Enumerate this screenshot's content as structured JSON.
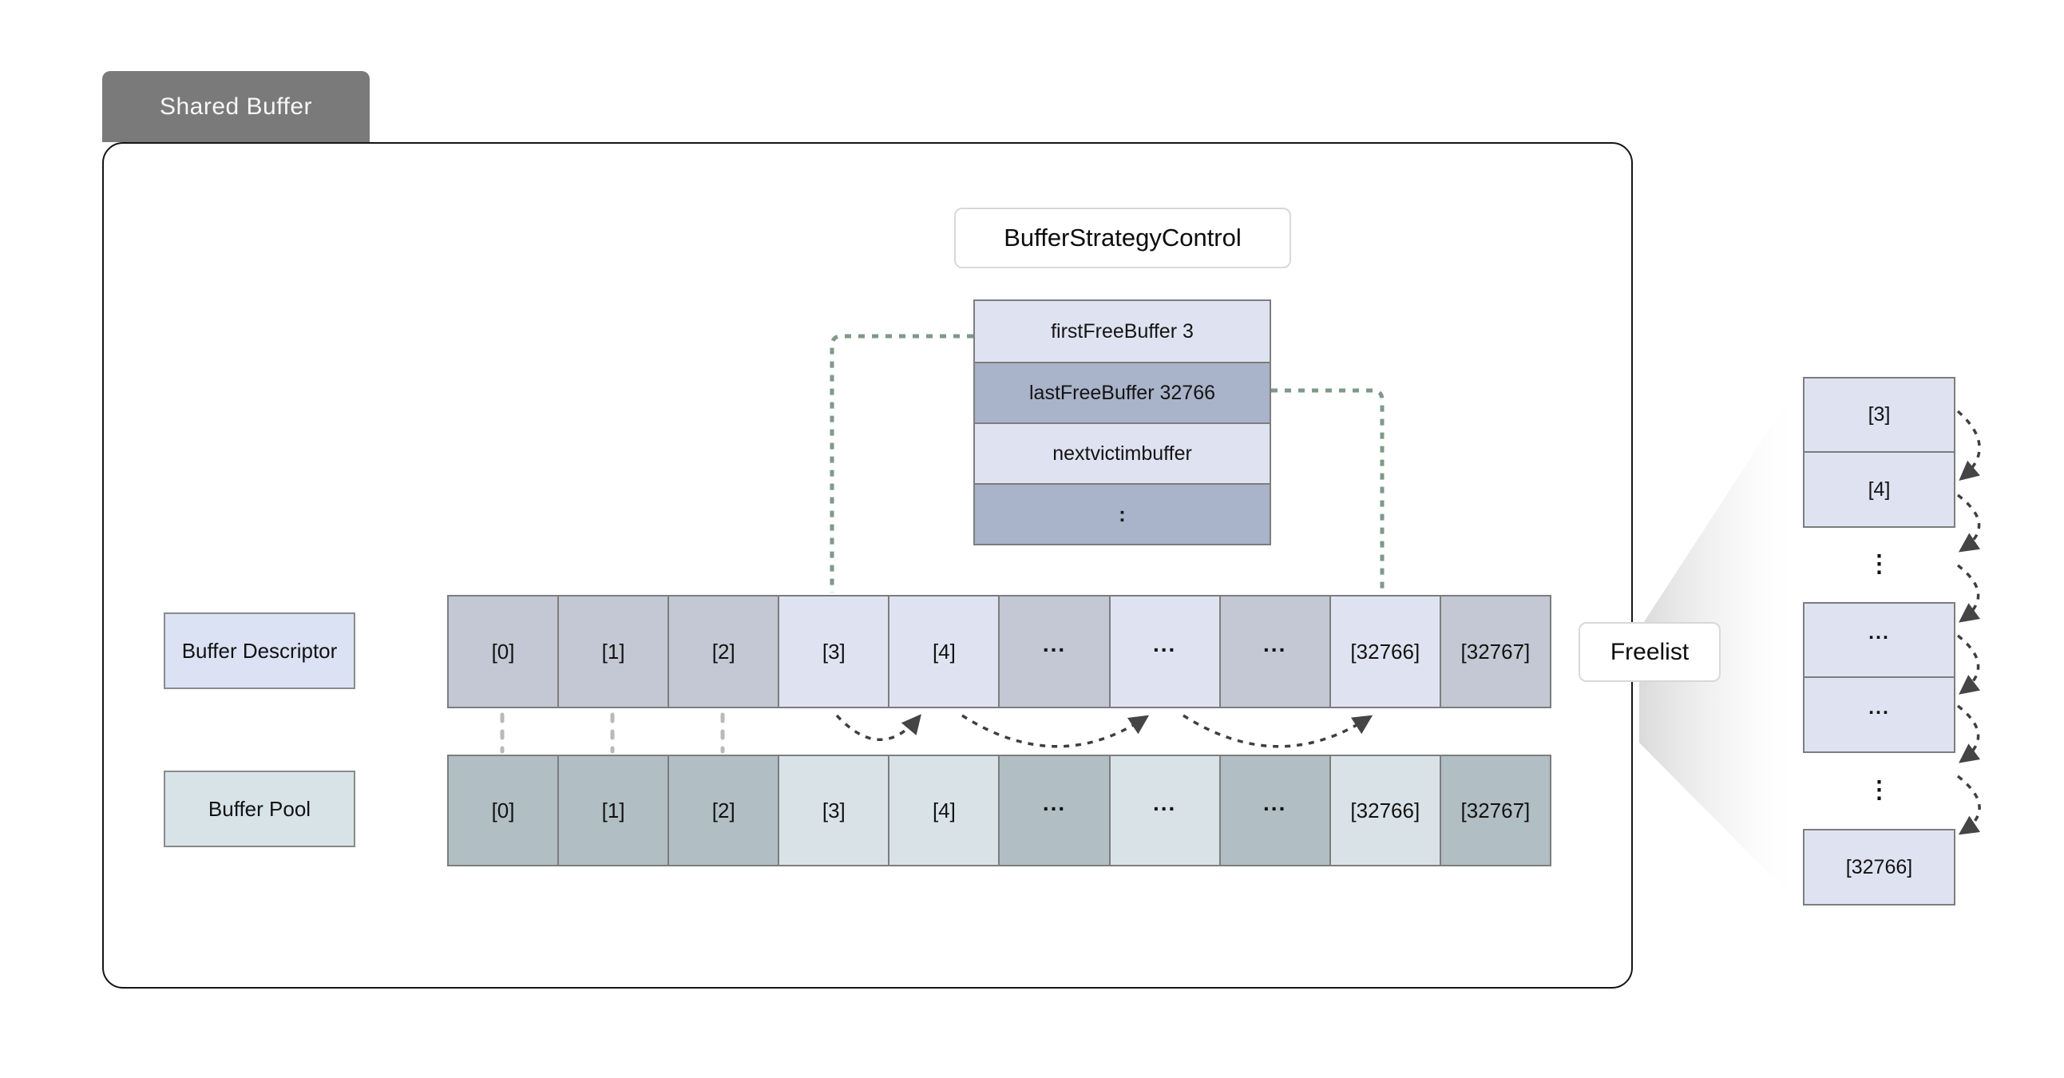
{
  "tab": {
    "label": "Shared Buffer"
  },
  "strategy_control": {
    "title": "BufferStrategyControl",
    "rows": [
      {
        "label": "firstFreeBuffer 3",
        "variant": "light"
      },
      {
        "label": "lastFreeBuffer 32766",
        "variant": "dark"
      },
      {
        "label": "nextvictimbuffer",
        "variant": "light"
      },
      {
        "label": ":",
        "variant": "dark",
        "colon": true
      }
    ]
  },
  "buffer_descriptor": {
    "label": "Buffer Descriptor",
    "cells": [
      {
        "label": "[0]",
        "variant": "dark"
      },
      {
        "label": "[1]",
        "variant": "dark"
      },
      {
        "label": "[2]",
        "variant": "dark"
      },
      {
        "label": "[3]",
        "variant": "light"
      },
      {
        "label": "[4]",
        "variant": "light"
      },
      {
        "label": "...",
        "variant": "dark",
        "dots": true
      },
      {
        "label": "...",
        "variant": "light",
        "dots": true
      },
      {
        "label": "...",
        "variant": "dark",
        "dots": true
      },
      {
        "label": "[32766]",
        "variant": "light"
      },
      {
        "label": "[32767]",
        "variant": "dark"
      }
    ]
  },
  "buffer_pool": {
    "label": "Buffer Pool",
    "cells": [
      {
        "label": "[0]",
        "variant": "dark"
      },
      {
        "label": "[1]",
        "variant": "dark"
      },
      {
        "label": "[2]",
        "variant": "dark"
      },
      {
        "label": "[3]",
        "variant": "light"
      },
      {
        "label": "[4]",
        "variant": "light"
      },
      {
        "label": "...",
        "variant": "dark",
        "dots": true
      },
      {
        "label": "...",
        "variant": "light",
        "dots": true
      },
      {
        "label": "...",
        "variant": "dark",
        "dots": true
      },
      {
        "label": "[32766]",
        "variant": "light"
      },
      {
        "label": "[32767]",
        "variant": "dark"
      }
    ]
  },
  "freelist": {
    "label": "Freelist",
    "items": [
      {
        "type": "cell",
        "label": "[3]"
      },
      {
        "type": "cell",
        "label": "[4]"
      },
      {
        "type": "ellipsis",
        "label": "⋮"
      },
      {
        "type": "cell",
        "label": "...",
        "dots": true
      },
      {
        "type": "cell",
        "label": "...",
        "dots": true
      },
      {
        "type": "ellipsis",
        "label": "⋮"
      },
      {
        "type": "cell",
        "label": "[32766]"
      }
    ]
  },
  "colors": {
    "tab_bg": "#7a7a7a",
    "container_border": "#151515",
    "lavender_light": "#dfe3f1",
    "table_dark": "#a9b3c9",
    "descriptor_dark": "#c3c8d4",
    "pool_light": "#d9e3e7",
    "pool_dark": "#b1bec4",
    "green_connector": "#7d9a87",
    "arrow_dark": "#454545",
    "gray_dash": "#b9b9b9"
  }
}
